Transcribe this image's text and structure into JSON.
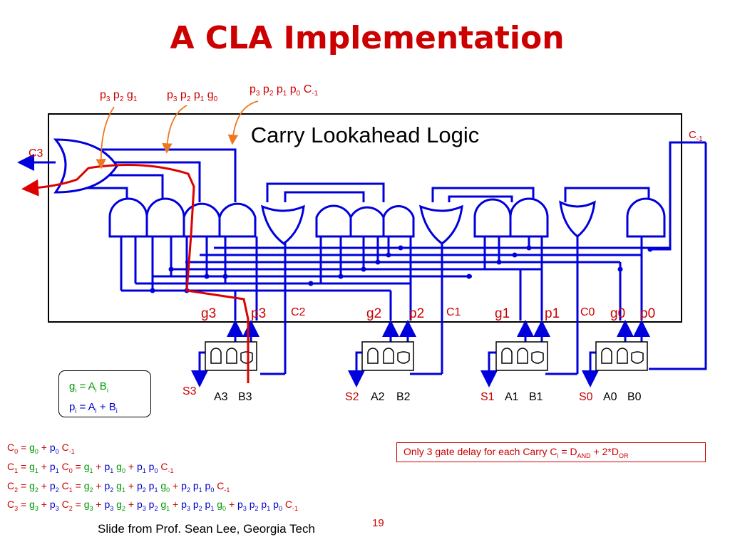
{
  "title": "A CLA Implementation",
  "block_label": "Carry Lookahead Logic",
  "top_labels": {
    "l1": {
      "a": "p",
      "a_s": "3",
      "b": "p",
      "b_s": "2",
      "c": "g",
      "c_s": "1"
    },
    "l2": {
      "a": "p",
      "a_s": "3",
      "b": "p",
      "b_s": "2",
      "c": "p",
      "c_s": "1",
      "d": "g",
      "d_s": "0"
    },
    "l3": {
      "a": "p",
      "a_s": "3",
      "b": "p",
      "b_s": "2",
      "c": "p",
      "c_s": "1",
      "d": "p",
      "d_s": "0",
      "e": "C",
      "e_s": "-1"
    }
  },
  "c3_label": "C3",
  "cin_label": {
    "base": "C",
    "sub": "-1"
  },
  "bottom_labels": {
    "g3": "g3",
    "p3": "p3",
    "c2": "C2",
    "g2": "g2",
    "p2": "p2",
    "c1": "C1",
    "g1": "g1",
    "p1": "p1",
    "c0": "C0",
    "g0": "g0",
    "p0": "p0"
  },
  "adder_labels": {
    "s3": "S3",
    "a3": "A3",
    "b3": "B3",
    "s2": "S2",
    "a2": "A2",
    "b2": "B2",
    "s1": "S1",
    "a1": "A1",
    "b1": "B1",
    "s0": "S0",
    "a0": "A0",
    "b0": "B0"
  },
  "definitions": {
    "g": {
      "lhs": "g",
      "lhs_sub": "i",
      "eq": " = A",
      "a_sub": "i",
      "b": " B",
      "b_sub": "i"
    },
    "p": {
      "lhs": "p",
      "lhs_sub": "i",
      "eq": " = A",
      "a_sub": "i",
      "b": " + B",
      "b_sub": "i"
    }
  },
  "equations": {
    "c0": [
      "C",
      "0",
      " = ",
      "g",
      "0",
      " + ",
      "p",
      "0",
      " C",
      "-1"
    ],
    "c1": [
      "C",
      "1",
      " = ",
      "g",
      "1",
      " + ",
      "p",
      "1",
      " C",
      "0",
      " = ",
      "g",
      "1",
      " + ",
      "p",
      "1",
      " g",
      "0",
      " + ",
      "p",
      "1",
      " p",
      "0",
      " C",
      "-1"
    ],
    "c2_text": "C2 = g2 + p2 C1 = g2 + p2 g1 + p2 p1 g0 + p2 p1 p0 C-1",
    "c3_text": "C3 = g3 + p3 C2 = g3 + p3 g2 + p3 p2 g1 + p3 p2 p1 g0 + p3 p2 p1 p0 C-1"
  },
  "note": {
    "text": "Only 3 gate delay for each Carry C",
    "ci": "i",
    "eq": "  = D",
    "and": "AND",
    "plus": " + 2*D",
    "or": "OR"
  },
  "footer": "Slide from Prof. Sean Lee, Georgia Tech",
  "page_number": "19",
  "colors": {
    "title": "#cc0000",
    "wire": "#0000dd",
    "highlight": "#dd0000",
    "orange": "#ee7722",
    "gate_and_or": "#0000dd"
  }
}
